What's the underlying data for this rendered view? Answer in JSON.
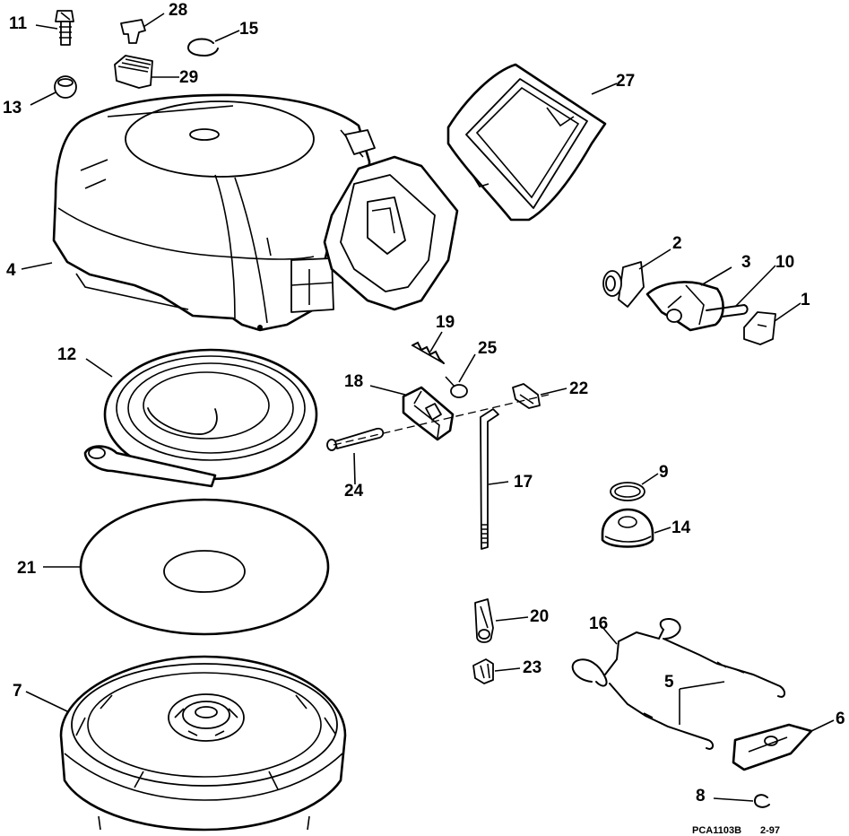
{
  "callouts": {
    "c1": "1",
    "c2": "2",
    "c3": "3",
    "c4": "4",
    "c5": "5",
    "c6": "6",
    "c7": "7",
    "c8": "8",
    "c9": "9",
    "c10": "10",
    "c11": "11",
    "c12": "12",
    "c13": "13",
    "c14": "14",
    "c15": "15",
    "c16": "16",
    "c17": "17",
    "c18": "18",
    "c19": "19",
    "c20": "20",
    "c21": "21",
    "c22": "22",
    "c23": "23",
    "c24": "24",
    "c25": "25",
    "c27": "27",
    "c28": "28",
    "c29": "29"
  },
  "footer": {
    "code": "PCA1103B",
    "date": "2-97"
  }
}
